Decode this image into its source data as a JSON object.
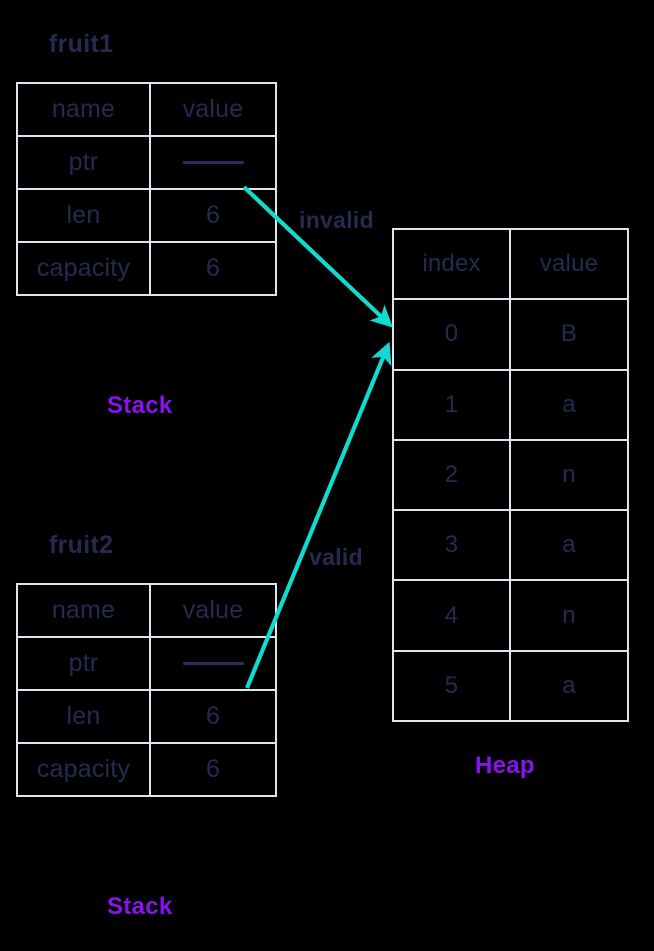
{
  "theme": {
    "background": "#000000",
    "border": "#dfe5ee",
    "text": "#262a50",
    "accent_purple": "#8a12ef",
    "arrow_cyan": "#11dbd1",
    "pointer_line": "#2b2e5c"
  },
  "stack_structs": [
    {
      "title": "fruit1",
      "region_label": "Stack",
      "columns": [
        "name",
        "value"
      ],
      "rows": [
        {
          "name": "ptr",
          "value": "",
          "value_is_pointer": true
        },
        {
          "name": "len",
          "value": "6",
          "value_is_pointer": false
        },
        {
          "name": "capacity",
          "value": "6",
          "value_is_pointer": false
        }
      ]
    },
    {
      "title": "fruit2",
      "region_label": "Stack",
      "columns": [
        "name",
        "value"
      ],
      "rows": [
        {
          "name": "ptr",
          "value": "",
          "value_is_pointer": true
        },
        {
          "name": "len",
          "value": "6",
          "value_is_pointer": false
        },
        {
          "name": "capacity",
          "value": "6",
          "value_is_pointer": false
        }
      ]
    }
  ],
  "heap": {
    "region_label": "Heap",
    "columns": [
      "index",
      "value"
    ],
    "rows": [
      {
        "index": "0",
        "value": "B"
      },
      {
        "index": "1",
        "value": "a"
      },
      {
        "index": "2",
        "value": "n"
      },
      {
        "index": "3",
        "value": "a"
      },
      {
        "index": "4",
        "value": "n"
      },
      {
        "index": "5",
        "value": "a"
      }
    ]
  },
  "edges": [
    {
      "label": "invalid",
      "from": "fruit1.ptr",
      "to": "heap.row0"
    },
    {
      "label": "valid",
      "from": "fruit2.ptr",
      "to": "heap.row0"
    }
  ]
}
